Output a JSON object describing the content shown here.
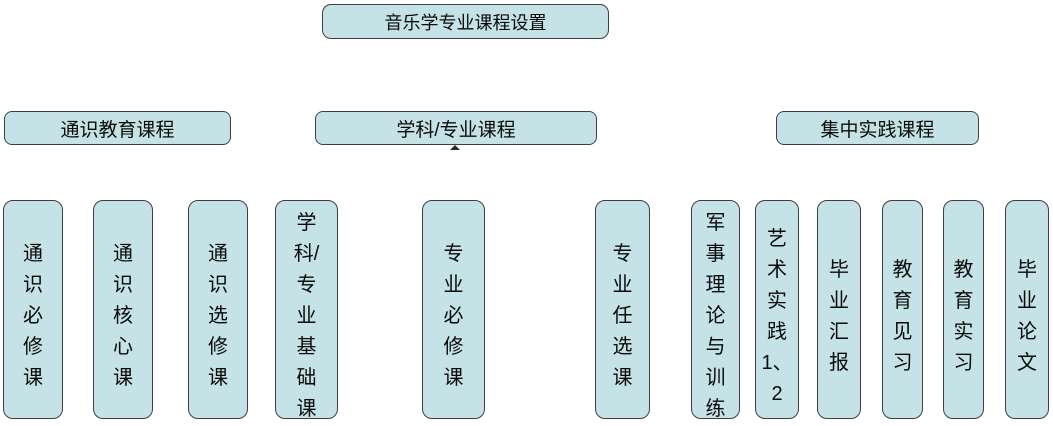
{
  "colors": {
    "background": "#ffffff",
    "box_fill": "#c5e2e6",
    "box_border": "#3f3f3f",
    "text": "#0b0b0b"
  },
  "diagram": {
    "root": {
      "label": "音乐学专业课程设置"
    },
    "categories": [
      {
        "label": "通识教育课程"
      },
      {
        "label": "学科/专业课程"
      },
      {
        "label": "集中实践课程"
      }
    ],
    "courses": [
      {
        "label": "通识必修课",
        "lines": "通\n识\n必\n修\n课",
        "category": "通识教育课程"
      },
      {
        "label": "通识核心课",
        "lines": "通\n识\n核\n心\n课",
        "category": "通识教育课程"
      },
      {
        "label": "通识选修课",
        "lines": "通\n识\n选\n修\n课",
        "category": "通识教育课程"
      },
      {
        "label": "学科/专业基础课",
        "lines": "学\n科/\n专\n业\n基\n础\n课",
        "category": "学科/专业课程"
      },
      {
        "label": "专业必修课",
        "lines": "专\n业\n必\n修\n课",
        "category": "学科/专业课程"
      },
      {
        "label": "专业任选课",
        "lines": "专\n业\n任\n选\n课",
        "category": "学科/专业课程"
      },
      {
        "label": "军事理论与训练",
        "lines": "军\n事\n理\n论\n与\n训\n练",
        "category": "集中实践课程"
      },
      {
        "label": "艺术实践1、2",
        "lines": "艺\n术\n实\n践\n1、2",
        "category": "集中实践课程"
      },
      {
        "label": "毕业汇报",
        "lines": "毕\n业\n汇\n报",
        "category": "集中实践课程"
      },
      {
        "label": "教育见习",
        "lines": "教\n育\n见\n习",
        "category": "集中实践课程"
      },
      {
        "label": "教育实习",
        "lines": "教\n育\n实\n习",
        "category": "集中实践课程"
      },
      {
        "label": "毕业论文",
        "lines": "毕\n业\n论\n文",
        "category": "集中实践课程"
      }
    ]
  }
}
